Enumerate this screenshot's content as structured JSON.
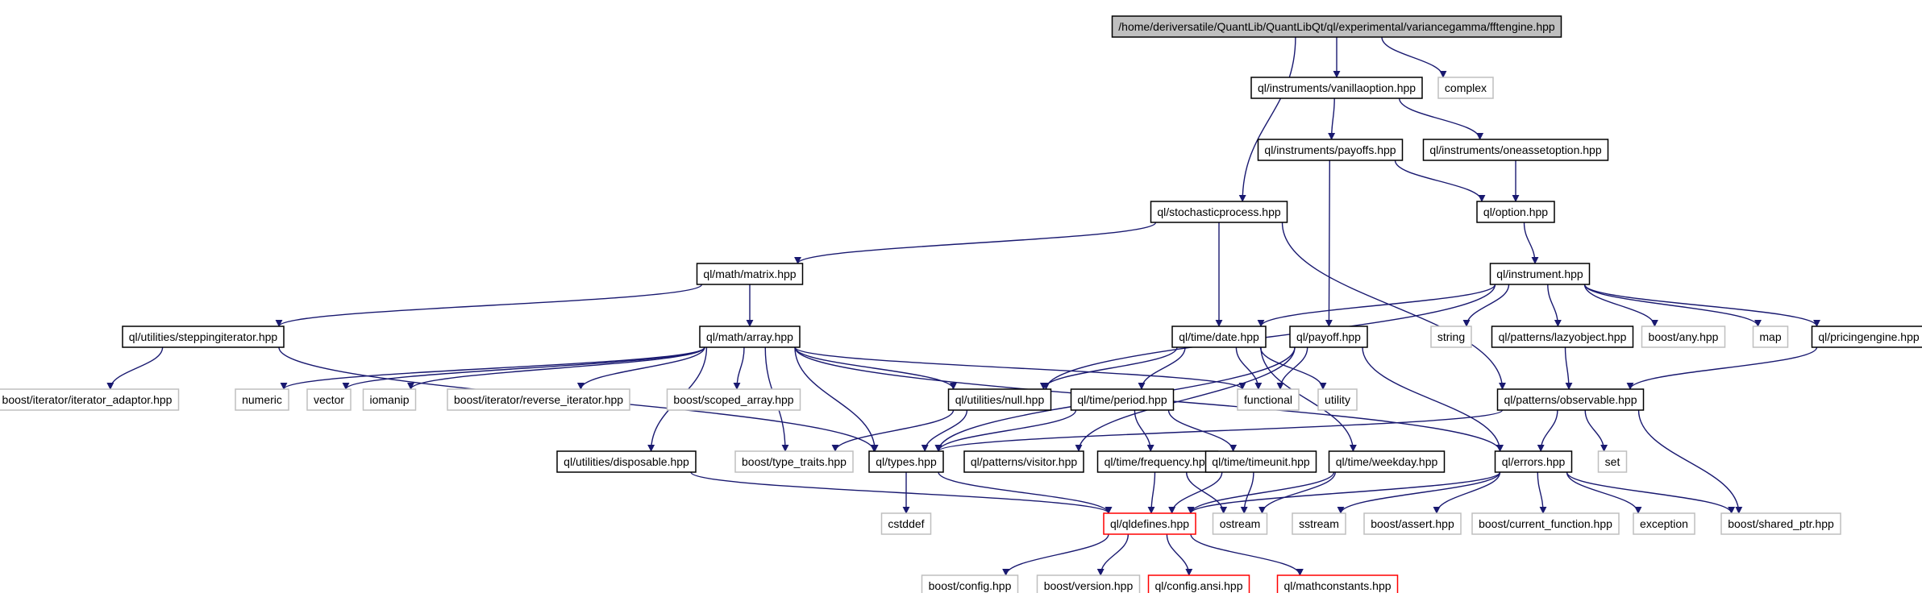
{
  "colors": {
    "edge": "#191970",
    "root_fill": "#bfbfbf",
    "defined_border": "#000000",
    "external_border": "#bfbfbf",
    "missing_border": "#ff0000",
    "box_fill": "#ffffff"
  },
  "nodes": [
    {
      "id": "root",
      "label": "/home/deriversatile/QuantLib/QuantLibQt/ql/experimental/variancegamma/fftengine.hpp",
      "kind": "root"
    },
    {
      "id": "vanilla",
      "label": "ql/instruments/vanillaoption.hpp",
      "kind": "defined"
    },
    {
      "id": "complex",
      "label": "complex",
      "kind": "external"
    },
    {
      "id": "payoffs",
      "label": "ql/instruments/payoffs.hpp",
      "kind": "defined"
    },
    {
      "id": "oneasset",
      "label": "ql/instruments/oneassetoption.hpp",
      "kind": "defined"
    },
    {
      "id": "stoch",
      "label": "ql/stochasticprocess.hpp",
      "kind": "defined"
    },
    {
      "id": "option",
      "label": "ql/option.hpp",
      "kind": "defined"
    },
    {
      "id": "matrix",
      "label": "ql/math/matrix.hpp",
      "kind": "defined"
    },
    {
      "id": "instrument",
      "label": "ql/instrument.hpp",
      "kind": "defined"
    },
    {
      "id": "stepping",
      "label": "ql/utilities/steppingiterator.hpp",
      "kind": "defined"
    },
    {
      "id": "array",
      "label": "ql/math/array.hpp",
      "kind": "defined"
    },
    {
      "id": "date",
      "label": "ql/time/date.hpp",
      "kind": "defined"
    },
    {
      "id": "payoff",
      "label": "ql/payoff.hpp",
      "kind": "defined"
    },
    {
      "id": "string",
      "label": "string",
      "kind": "external"
    },
    {
      "id": "lazy",
      "label": "ql/patterns/lazyobject.hpp",
      "kind": "defined"
    },
    {
      "id": "boostany",
      "label": "boost/any.hpp",
      "kind": "external"
    },
    {
      "id": "map",
      "label": "map",
      "kind": "external"
    },
    {
      "id": "pricing",
      "label": "ql/pricingengine.hpp",
      "kind": "defined"
    },
    {
      "id": "iteradaptor",
      "label": "boost/iterator/iterator_adaptor.hpp",
      "kind": "external"
    },
    {
      "id": "numeric",
      "label": "numeric",
      "kind": "external"
    },
    {
      "id": "vector",
      "label": "vector",
      "kind": "external"
    },
    {
      "id": "iomanip",
      "label": "iomanip",
      "kind": "external"
    },
    {
      "id": "reverseiter",
      "label": "boost/iterator/reverse_iterator.hpp",
      "kind": "external"
    },
    {
      "id": "scopedarray",
      "label": "boost/scoped_array.hpp",
      "kind": "external"
    },
    {
      "id": "null",
      "label": "ql/utilities/null.hpp",
      "kind": "defined"
    },
    {
      "id": "functional",
      "label": "functional",
      "kind": "external"
    },
    {
      "id": "utility",
      "label": "utility",
      "kind": "external"
    },
    {
      "id": "period",
      "label": "ql/time/period.hpp",
      "kind": "defined"
    },
    {
      "id": "observable",
      "label": "ql/patterns/observable.hpp",
      "kind": "defined"
    },
    {
      "id": "disposable",
      "label": "ql/utilities/disposable.hpp",
      "kind": "defined"
    },
    {
      "id": "typetraits",
      "label": "boost/type_traits.hpp",
      "kind": "external"
    },
    {
      "id": "types",
      "label": "ql/types.hpp",
      "kind": "defined"
    },
    {
      "id": "visitor",
      "label": "ql/patterns/visitor.hpp",
      "kind": "defined"
    },
    {
      "id": "frequency",
      "label": "ql/time/frequency.hpp",
      "kind": "defined"
    },
    {
      "id": "timeunit",
      "label": "ql/time/timeunit.hpp",
      "kind": "defined"
    },
    {
      "id": "weekday",
      "label": "ql/time/weekday.hpp",
      "kind": "defined"
    },
    {
      "id": "errors",
      "label": "ql/errors.hpp",
      "kind": "defined"
    },
    {
      "id": "set",
      "label": "set",
      "kind": "external"
    },
    {
      "id": "cstddef",
      "label": "cstddef",
      "kind": "external"
    },
    {
      "id": "qldefines",
      "label": "ql/qldefines.hpp",
      "kind": "missing"
    },
    {
      "id": "ostream",
      "label": "ostream",
      "kind": "external"
    },
    {
      "id": "sstream",
      "label": "sstream",
      "kind": "external"
    },
    {
      "id": "assert",
      "label": "boost/assert.hpp",
      "kind": "external"
    },
    {
      "id": "curfunc",
      "label": "boost/current_function.hpp",
      "kind": "external"
    },
    {
      "id": "exception",
      "label": "exception",
      "kind": "external"
    },
    {
      "id": "sharedptr",
      "label": "boost/shared_ptr.hpp",
      "kind": "external"
    },
    {
      "id": "config",
      "label": "boost/config.hpp",
      "kind": "external"
    },
    {
      "id": "version",
      "label": "boost/version.hpp",
      "kind": "external"
    },
    {
      "id": "configansi",
      "label": "ql/config.ansi.hpp",
      "kind": "missing"
    },
    {
      "id": "mathconst",
      "label": "ql/mathconstants.hpp",
      "kind": "missing"
    }
  ],
  "edges": [
    [
      "root",
      "vanilla"
    ],
    [
      "root",
      "complex"
    ],
    [
      "root",
      "stoch"
    ],
    [
      "vanilla",
      "payoffs"
    ],
    [
      "vanilla",
      "oneasset"
    ],
    [
      "payoffs",
      "option"
    ],
    [
      "payoffs",
      "payoff"
    ],
    [
      "oneasset",
      "option"
    ],
    [
      "option",
      "instrument"
    ],
    [
      "stoch",
      "matrix"
    ],
    [
      "stoch",
      "date"
    ],
    [
      "stoch",
      "observable"
    ],
    [
      "matrix",
      "stepping"
    ],
    [
      "matrix",
      "array"
    ],
    [
      "instrument",
      "date"
    ],
    [
      "instrument",
      "null"
    ],
    [
      "instrument",
      "string"
    ],
    [
      "instrument",
      "lazy"
    ],
    [
      "instrument",
      "boostany"
    ],
    [
      "instrument",
      "map"
    ],
    [
      "instrument",
      "pricing"
    ],
    [
      "stepping",
      "iteradaptor"
    ],
    [
      "stepping",
      "types"
    ],
    [
      "array",
      "numeric"
    ],
    [
      "array",
      "vector"
    ],
    [
      "array",
      "iomanip"
    ],
    [
      "array",
      "reverseiter"
    ],
    [
      "array",
      "scopedarray"
    ],
    [
      "array",
      "null"
    ],
    [
      "array",
      "functional"
    ],
    [
      "array",
      "disposable"
    ],
    [
      "array",
      "typetraits"
    ],
    [
      "array",
      "types"
    ],
    [
      "array",
      "errors"
    ],
    [
      "date",
      "functional"
    ],
    [
      "date",
      "utility"
    ],
    [
      "date",
      "null"
    ],
    [
      "date",
      "period"
    ],
    [
      "date",
      "weekday"
    ],
    [
      "payoff",
      "functional"
    ],
    [
      "payoff",
      "types"
    ],
    [
      "payoff",
      "visitor"
    ],
    [
      "payoff",
      "errors"
    ],
    [
      "lazy",
      "observable"
    ],
    [
      "pricing",
      "observable"
    ],
    [
      "null",
      "typetraits"
    ],
    [
      "null",
      "types"
    ],
    [
      "period",
      "types"
    ],
    [
      "period",
      "frequency"
    ],
    [
      "period",
      "timeunit"
    ],
    [
      "observable",
      "types"
    ],
    [
      "observable",
      "errors"
    ],
    [
      "observable",
      "set"
    ],
    [
      "observable",
      "sharedptr"
    ],
    [
      "disposable",
      "qldefines"
    ],
    [
      "types",
      "cstddef"
    ],
    [
      "types",
      "qldefines"
    ],
    [
      "frequency",
      "qldefines"
    ],
    [
      "frequency",
      "ostream"
    ],
    [
      "timeunit",
      "qldefines"
    ],
    [
      "timeunit",
      "ostream"
    ],
    [
      "weekday",
      "qldefines"
    ],
    [
      "weekday",
      "ostream"
    ],
    [
      "errors",
      "qldefines"
    ],
    [
      "errors",
      "sstream"
    ],
    [
      "errors",
      "assert"
    ],
    [
      "errors",
      "curfunc"
    ],
    [
      "errors",
      "exception"
    ],
    [
      "errors",
      "sharedptr"
    ],
    [
      "qldefines",
      "config"
    ],
    [
      "qldefines",
      "version"
    ],
    [
      "qldefines",
      "configansi"
    ],
    [
      "qldefines",
      "mathconst"
    ]
  ]
}
